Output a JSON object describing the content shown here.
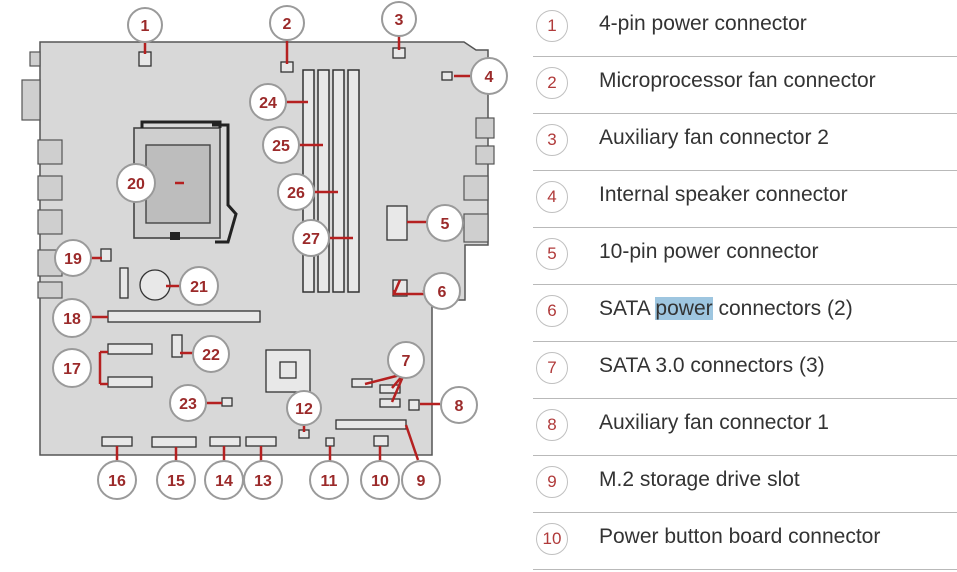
{
  "callouts": [
    "1",
    "2",
    "3",
    "4",
    "5",
    "6",
    "7",
    "8",
    "9",
    "10",
    "11",
    "12",
    "13",
    "14",
    "15",
    "16",
    "17",
    "18",
    "19",
    "20",
    "21",
    "22",
    "23",
    "24",
    "25",
    "26",
    "27"
  ],
  "legend": [
    {
      "num": "1",
      "text": "4-pin power connector"
    },
    {
      "num": "2",
      "text": "Microprocessor fan connector"
    },
    {
      "num": "3",
      "text": "Auxiliary fan connector 2"
    },
    {
      "num": "4",
      "text": "Internal speaker connector"
    },
    {
      "num": "5",
      "text": "10-pin power connector"
    },
    {
      "num": "6",
      "pre": "SATA ",
      "highlight": "power",
      "post": " connectors (2)"
    },
    {
      "num": "7",
      "text": "SATA 3.0 connectors (3)"
    },
    {
      "num": "8",
      "text": "Auxiliary fan connector 1"
    },
    {
      "num": "9",
      "text": "M.2 storage drive slot"
    },
    {
      "num": "10",
      "text": "Power button board connector"
    }
  ],
  "colors": {
    "callout_fill": "#ffffff",
    "callout_stroke": "#9a9a9a",
    "callout_text": "#9b2a2a",
    "leader": "#b52020",
    "board": "#d8d8d8",
    "highlight": "#9ec6e0"
  }
}
